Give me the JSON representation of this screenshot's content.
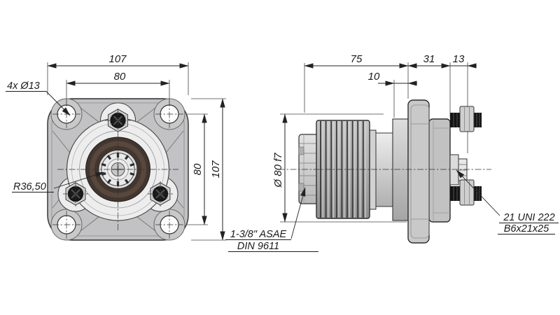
{
  "drawing": {
    "background": "#ffffff",
    "line_color": "#222222",
    "metal_gray": "#c2c2c4",
    "seal_dark": "#43362e",
    "front_view": {
      "dim_width_total": "107",
      "dim_bolt_spacing_h": "80",
      "dim_bolt_spacing_v": "80",
      "dim_height_total": "107",
      "label_corner_holes": "4x Ø13",
      "label_pitch_radius": "R36,50"
    },
    "side_view": {
      "dim_length_main": "75",
      "dim_pilot_length": "10",
      "dim_flange_thickness": "31",
      "dim_shaft_protrusion": "13",
      "dim_pilot_diameter": "Ø 80 f7",
      "label_spline_line1": "1-3/8\" ASAE",
      "label_spline_line2": "DIN 9611",
      "label_shaft_spline_line1": "21 UNI 222",
      "label_shaft_spline_line2": "B6x21x25"
    }
  }
}
